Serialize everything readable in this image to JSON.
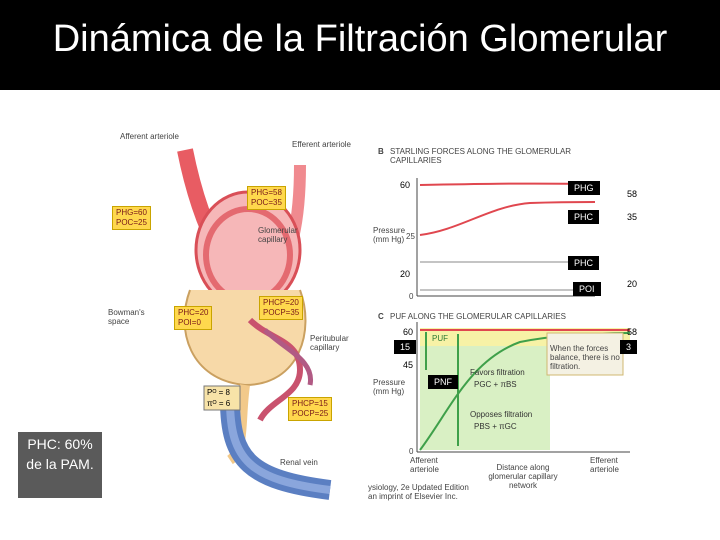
{
  "title": "Dinámica de la Filtración Glomerular",
  "note": "PHC: 60% de la PAM.",
  "kidney": {
    "afferent": "Afferent arteriole",
    "efferent": "Efferent arteriole",
    "glomerular": "Glomerular capillary",
    "bowman": "Bowman's space",
    "peritubular": "Peritubular capillary",
    "renal_vein": "Renal vein",
    "tag_phg_aff": "PHG=60\nPOC=25",
    "tag_phg_eff": "PHG=58\nPOC=35",
    "tag_phc_bow": "PHC=20\nPOI=0",
    "tag_phcp_top": "PHCP=20\nPOCP=35",
    "tag_phcp_bot": "PHCP=15\nPOCP=25",
    "po": "Pᴼ = 8",
    "pi": "πᴼ = 6"
  },
  "panelB": {
    "title": "STARLING FORCES ALONG THE GLOMERULAR CAPILLARIES",
    "letter": "B",
    "ylabel": "Pressure (mm Hg)",
    "n60": "60",
    "n20": "20",
    "n25": "25",
    "n0": "0",
    "phg": "PHG",
    "phc": "PHC",
    "phc2": "PHC",
    "poi": "POI",
    "v58": "58",
    "v35": "35",
    "v20": "20"
  },
  "panelC": {
    "title": "PUF ALONG THE GLOMERULAR CAPILLARIES",
    "letter": "C",
    "ylabel": "Pressure (mm Hg)",
    "n60": "60",
    "n15": "15",
    "n45": "45",
    "n0": "0",
    "v58": "58",
    "v3": "3",
    "puf": "PUF",
    "pnf": "PNF",
    "favors": "Favors filtration",
    "favors_eq": "PGC + πBS",
    "opposes": "Opposes filtration",
    "opposes_eq": "PBS + πGC",
    "when": "When the forces balance, there is no filtration.",
    "x_left": "Afferent arteriole",
    "x_mid": "Distance along glomerular capillary network",
    "x_right": "Efferent arteriole"
  },
  "credit": "ysiology, 2e Updated Edition an imprint of Elsevier Inc."
}
